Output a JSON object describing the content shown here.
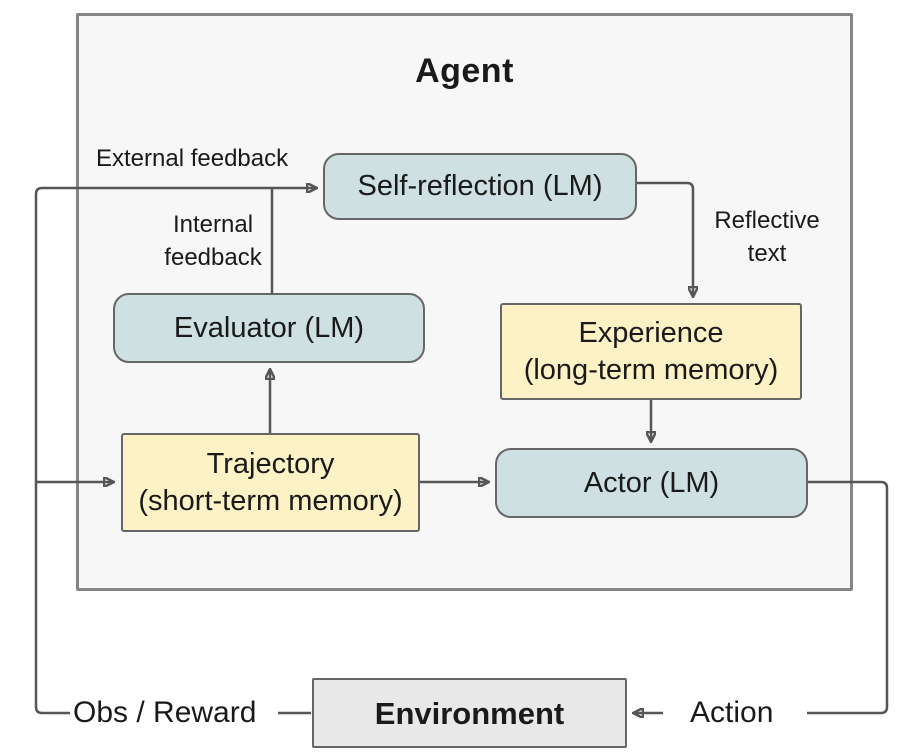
{
  "title": "Agent",
  "colors": {
    "box_blue": "#cfe0e2",
    "box_yellow": "#fdf2c5",
    "box_gray": "#e8e8e8",
    "box_border": "#666666",
    "agent_fill": "#f7f7f7",
    "agent_border": "#858585",
    "wire": "#565656",
    "text": "#1a1a1a"
  },
  "nodes": {
    "self_reflection": {
      "label": "Self-reflection (LM)"
    },
    "evaluator": {
      "label": "Evaluator (LM)"
    },
    "experience": {
      "title": "Experience",
      "subtitle": "(long-term memory)"
    },
    "trajectory": {
      "title": "Trajectory",
      "subtitle": "(short-term memory)"
    },
    "actor": {
      "label": "Actor (LM)"
    },
    "environment": {
      "label": "Environment"
    }
  },
  "edge_labels": {
    "external_feedback": "External feedback",
    "internal_feedback_line1": "Internal",
    "internal_feedback_line2": "feedback",
    "reflective_text_line1": "Reflective",
    "reflective_text_line2": "text",
    "obs_reward": "Obs / Reward",
    "action": "Action"
  }
}
